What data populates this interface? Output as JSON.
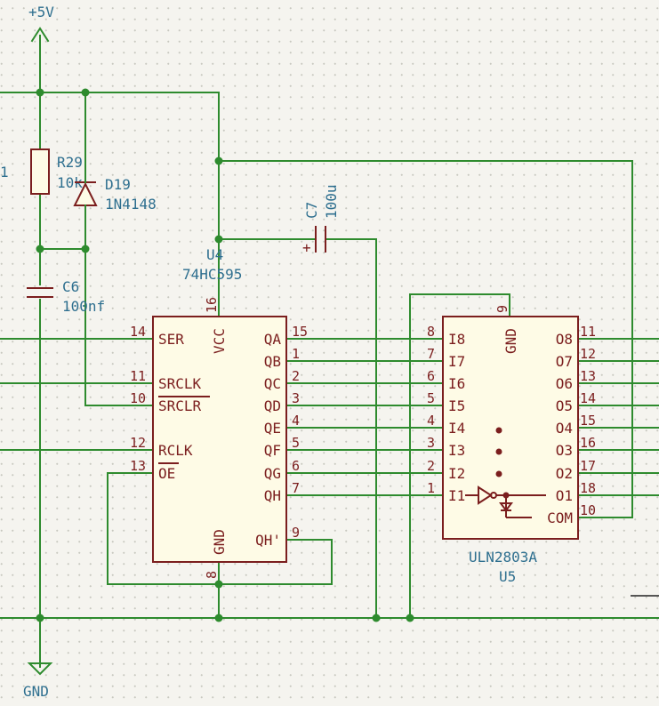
{
  "power": {
    "vcc": "+5V",
    "gnd": "GND"
  },
  "resistor": {
    "ref": "R29",
    "value": "10k",
    "left_fragment": "1"
  },
  "diode": {
    "ref": "D19",
    "value": "1N4148"
  },
  "cap_small": {
    "ref": "C6",
    "value": "100nf"
  },
  "cap_big": {
    "ref": "C7",
    "value": "100u",
    "polarity": "+"
  },
  "u4": {
    "ref": "U4",
    "part": "74HC595",
    "left_pins": [
      {
        "num": "14",
        "name": "SER"
      },
      {
        "num": "11",
        "name": "SRCLK"
      },
      {
        "num": "10",
        "name": "SRCLR"
      },
      {
        "num": "12",
        "name": "RCLK"
      },
      {
        "num": "13",
        "name": "OE"
      }
    ],
    "right_pins": [
      {
        "num": "15",
        "name": "QA"
      },
      {
        "num": "1",
        "name": "QB"
      },
      {
        "num": "2",
        "name": "QC"
      },
      {
        "num": "3",
        "name": "QD"
      },
      {
        "num": "4",
        "name": "QE"
      },
      {
        "num": "5",
        "name": "QF"
      },
      {
        "num": "6",
        "name": "QG"
      },
      {
        "num": "7",
        "name": "QH"
      }
    ],
    "vcc_pin": {
      "num": "16",
      "name": "VCC"
    },
    "gnd_pin": {
      "num": "8",
      "name": "GND"
    },
    "qh_prime": {
      "num": "9",
      "name": "QH'"
    }
  },
  "u5": {
    "ref": "U5",
    "part": "ULN2803A",
    "left_pins": [
      {
        "num": "8",
        "name": "I8"
      },
      {
        "num": "7",
        "name": "I7"
      },
      {
        "num": "6",
        "name": "I6"
      },
      {
        "num": "5",
        "name": "I5"
      },
      {
        "num": "4",
        "name": "I4"
      },
      {
        "num": "3",
        "name": "I3"
      },
      {
        "num": "2",
        "name": "I2"
      },
      {
        "num": "1",
        "name": "I1"
      }
    ],
    "right_pins": [
      {
        "num": "11",
        "name": "O8"
      },
      {
        "num": "12",
        "name": "O7"
      },
      {
        "num": "13",
        "name": "O6"
      },
      {
        "num": "14",
        "name": "O5"
      },
      {
        "num": "15",
        "name": "O4"
      },
      {
        "num": "16",
        "name": "O3"
      },
      {
        "num": "17",
        "name": "O2"
      },
      {
        "num": "18",
        "name": "O1"
      },
      {
        "num": "10",
        "name": "COM"
      }
    ],
    "gnd_pin": {
      "num": "9",
      "name": "GND"
    }
  }
}
